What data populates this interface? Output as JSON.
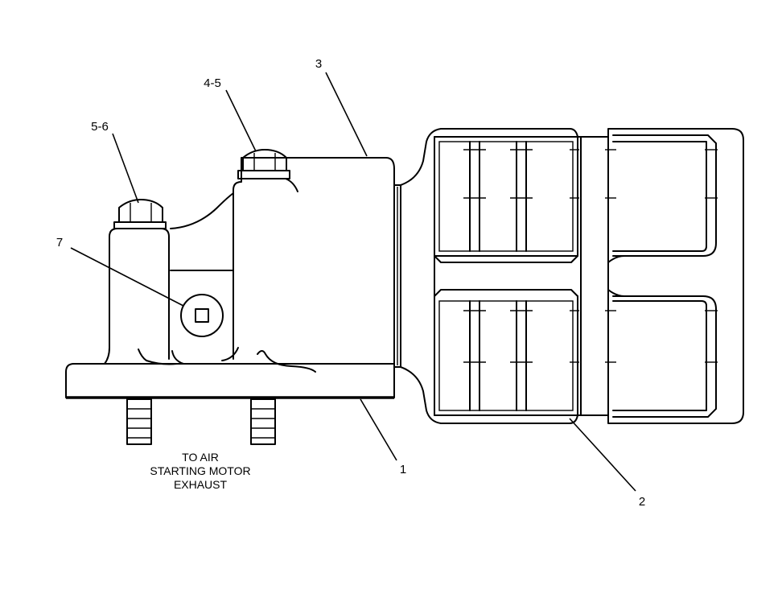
{
  "callouts": {
    "c1": "1",
    "c2": "2",
    "c3": "3",
    "c45": "4-5",
    "c56": "5-6",
    "c7": "7"
  },
  "note": {
    "line1": "TO AIR",
    "line2": "STARTING MOTOR",
    "line3": "EXHAUST"
  }
}
